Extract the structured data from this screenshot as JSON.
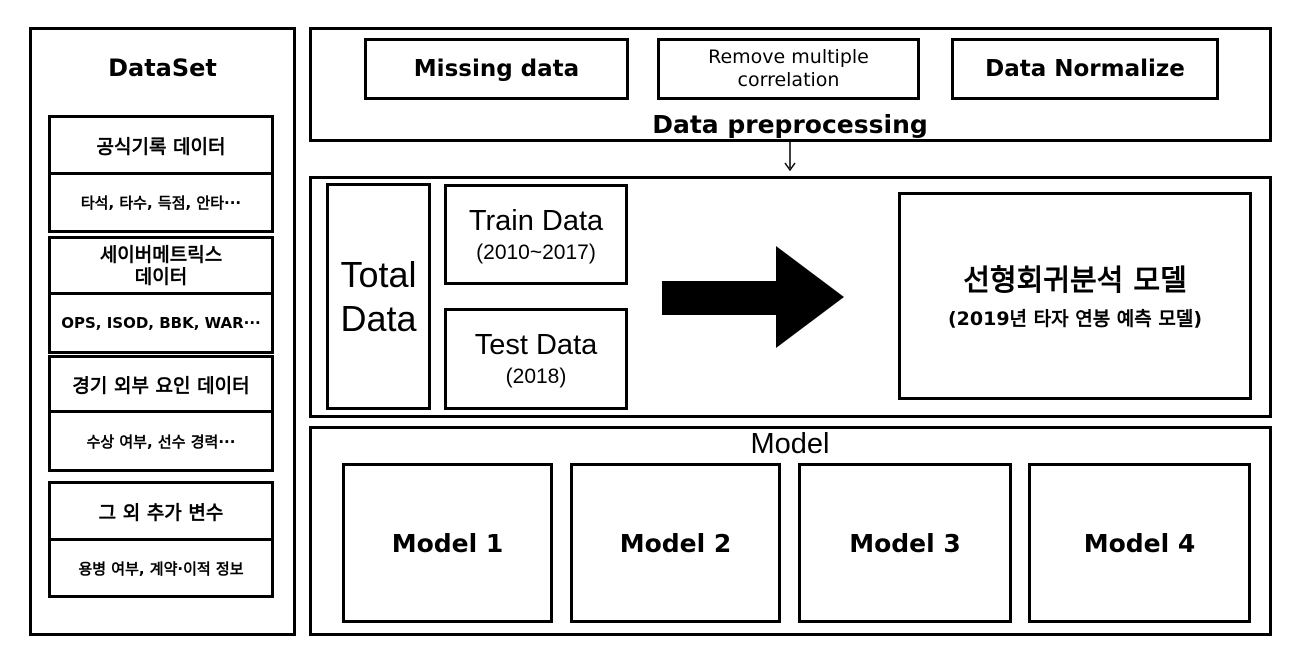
{
  "dataset": {
    "title": "DataSet",
    "groups": [
      {
        "name": "공식기록 데이터",
        "examples": "타석, 타수, 득점, 안타···"
      },
      {
        "name": "세이버메트릭스 데이터",
        "name_line1": "세이버메트릭스",
        "name_line2": "데이터",
        "examples": "OPS, ISOD, BBK, WAR···"
      },
      {
        "name": "경기 외부 요인 데이터",
        "examples": "수상 여부, 선수 경력···"
      },
      {
        "name": "그 외 추가 변수",
        "examples": "용병 여부, 계약·이적 정보"
      }
    ]
  },
  "preprocessing": {
    "label": "Data preprocessing",
    "steps": [
      "Missing data",
      "Remove multiple correlation",
      "Data Normalize"
    ],
    "step2_line1": "Remove multiple",
    "step2_line2": "correlation"
  },
  "split": {
    "total_line1": "Total",
    "total_line2": "Data",
    "train_title": "Train Data",
    "train_years": "(2010~2017)",
    "test_title": "Test Data",
    "test_years": "(2018)"
  },
  "regression": {
    "title": "선형회귀분석 모델",
    "subtitle": "(2019년 타자 연봉 예측 모델)"
  },
  "models": {
    "label": "Model",
    "items": [
      "Model 1",
      "Model 2",
      "Model 3",
      "Model 4"
    ]
  }
}
